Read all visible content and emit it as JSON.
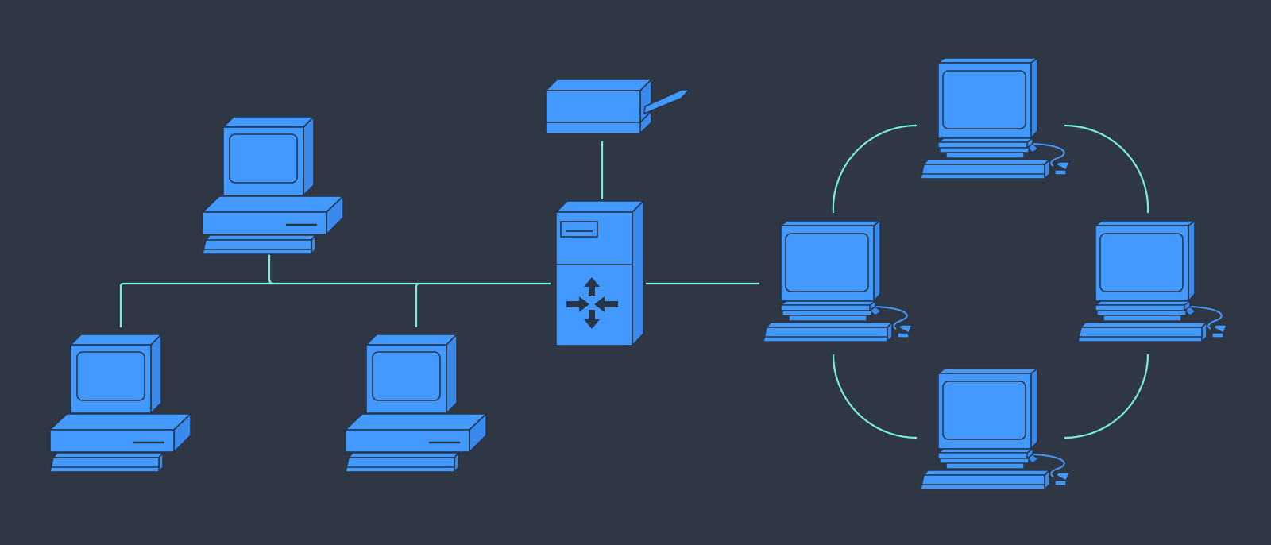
{
  "colors": {
    "background": "#2e3743",
    "device_fill": "#4499ff",
    "device_stroke": "#263548",
    "link": "#78f0dd"
  },
  "diagram": {
    "kind": "network-topology",
    "segments": [
      {
        "name": "bus",
        "devices": [
          "desktop-computer",
          "desktop-computer",
          "desktop-computer"
        ]
      },
      {
        "name": "hub",
        "devices": [
          "network-switch",
          "printer"
        ]
      },
      {
        "name": "ring",
        "devices": [
          "crt-workstation",
          "crt-workstation",
          "crt-workstation",
          "crt-workstation"
        ]
      }
    ],
    "icons": [
      "desktop-computer-icon",
      "printer-icon",
      "network-switch-icon",
      "crt-workstation-icon"
    ]
  }
}
